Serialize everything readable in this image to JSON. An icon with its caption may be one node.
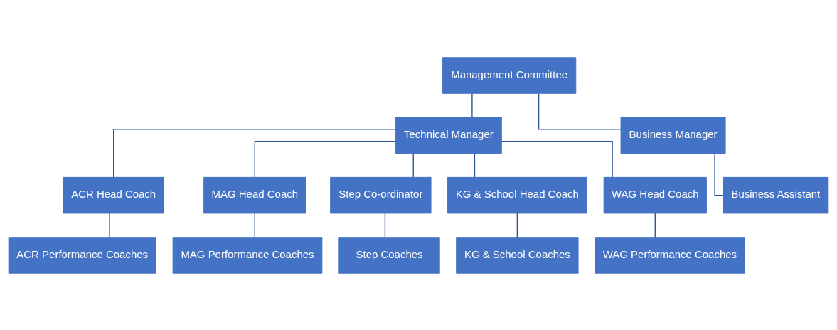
{
  "diagram": {
    "nodes": [
      {
        "text": [
          "Management Committee"
        ]
      },
      {
        "text": [
          "Technical Manager"
        ]
      },
      {
        "text": [
          "Business Manager"
        ]
      },
      {
        "text": [
          "ACR Head Coach"
        ]
      },
      {
        "text": [
          "MAG Head Coach"
        ]
      },
      {
        "text": [
          "Step Co-ordinator"
        ]
      },
      {
        "text": [
          "KG & School Head Coach"
        ]
      },
      {
        "text": [
          "WAG Head Coach"
        ]
      },
      {
        "text": [
          "Business Assistant"
        ]
      },
      {
        "text": [
          "ACR Performance Coaches"
        ]
      },
      {
        "text": [
          "MAG Performance Coaches"
        ]
      },
      {
        "text": [
          "Step Coaches"
        ]
      },
      {
        "text": [
          "KG & School Coaches"
        ]
      },
      {
        "text": [
          "WAG Performance Coaches"
        ]
      }
    ],
    "edges": [
      {
        "from": 0,
        "to": 1,
        "arrow": "none"
      },
      {
        "from": 0,
        "to": 2,
        "arrow": "none"
      },
      {
        "from": 1,
        "to": 3,
        "arrow": "none"
      },
      {
        "from": 1,
        "to": 4,
        "arrow": "none"
      },
      {
        "from": 1,
        "to": 5,
        "arrow": "none"
      },
      {
        "from": 1,
        "to": 6,
        "arrow": "none"
      },
      {
        "from": 1,
        "to": 7,
        "arrow": "none"
      },
      {
        "from": 2,
        "to": 8,
        "arrow": "none"
      },
      {
        "from": 3,
        "to": 9,
        "arrow": "none"
      },
      {
        "from": 4,
        "to": 10,
        "arrow": "none"
      },
      {
        "from": 5,
        "to": 11,
        "arrow": "none"
      },
      {
        "from": 6,
        "to": 12,
        "arrow": "none"
      },
      {
        "from": 7,
        "to": 13,
        "arrow": "none"
      }
    ]
  }
}
